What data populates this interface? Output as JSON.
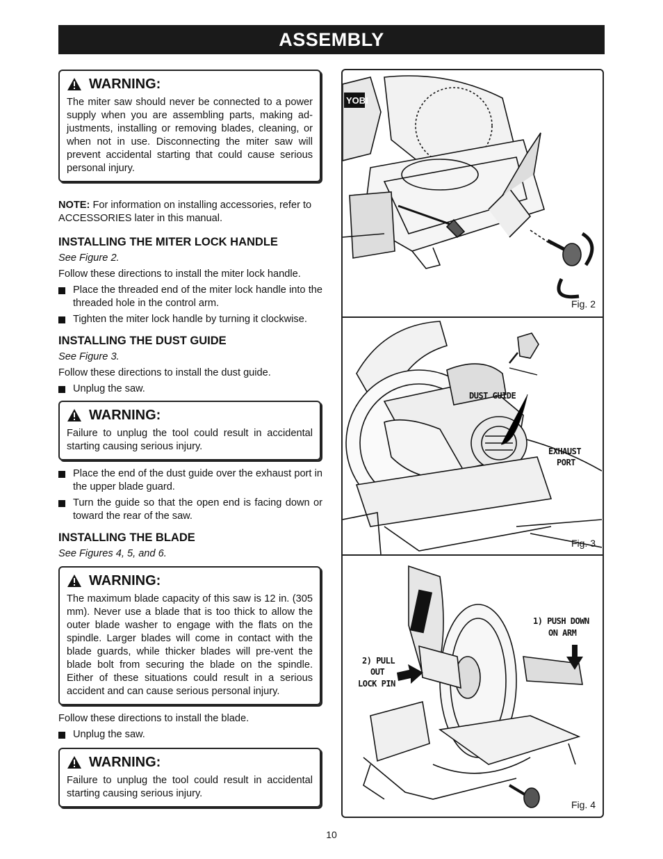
{
  "header": {
    "title": "ASSEMBLY"
  },
  "warning_label": "WARNING:",
  "warnings": [
    {
      "text": "The miter saw should never be connected to a power supply when you are assembling parts, making ad-justments, installing or removing blades, cleaning, or when not in use. Disconnecting the miter saw will prevent accidental starting that could cause serious personal injury."
    },
    {
      "text": "Failure to unplug the tool could result in accidental starting causing serious injury."
    },
    {
      "text": "The maximum blade capacity of this saw is 12 in. (305 mm). Never use a blade that is too thick to allow the outer blade washer to engage with the flats on the spindle. Larger blades will come in contact with the blade guards, while thicker blades will pre-vent the blade bolt from securing the blade on the spindle. Either of these situations could result in a serious accident and can cause serious personal injury."
    },
    {
      "text": "Failure to unplug the tool could result in accidental starting causing serious injury."
    }
  ],
  "note": {
    "label": "NOTE:",
    "text": " For information on installing accessories, refer to ACCESSORIES later in this manual."
  },
  "sections": {
    "miter": {
      "title": "INSTALLING THE MITER LOCK HANDLE",
      "see": "See Figure 2.",
      "intro": "Follow these directions to install the miter lock handle.",
      "bullets": [
        "Place the threaded end of the miter lock handle into the threaded hole in the control arm.",
        "Tighten the miter lock handle by turning it clockwise."
      ]
    },
    "dust": {
      "title": "INSTALLING THE DUST GUIDE",
      "see": "See Figure 3.",
      "intro": "Follow these directions to install the dust guide.",
      "bullets": [
        "Unplug the saw.",
        "Place the end of the dust guide over the exhaust port in the upper blade guard.",
        "Turn the guide so that the open end is facing down or toward the rear of the saw."
      ]
    },
    "blade": {
      "title": "INSTALLING THE BLADE",
      "see": "See Figures 4, 5, and 6.",
      "intro": "Follow these directions to install the blade.",
      "bullets": [
        "Unplug the saw."
      ]
    }
  },
  "figures": {
    "fig2": {
      "label": "Fig. 2",
      "brand": "YOBI"
    },
    "fig3": {
      "label": "Fig. 3",
      "callouts": [
        "DUST GUIDE",
        "EXHAUST",
        "PORT"
      ]
    },
    "fig4": {
      "label": "Fig. 4",
      "callouts": [
        "1) PUSH DOWN",
        "ON ARM",
        "2) PULL",
        "OUT",
        "LOCK PIN"
      ]
    }
  },
  "page_number": "10"
}
